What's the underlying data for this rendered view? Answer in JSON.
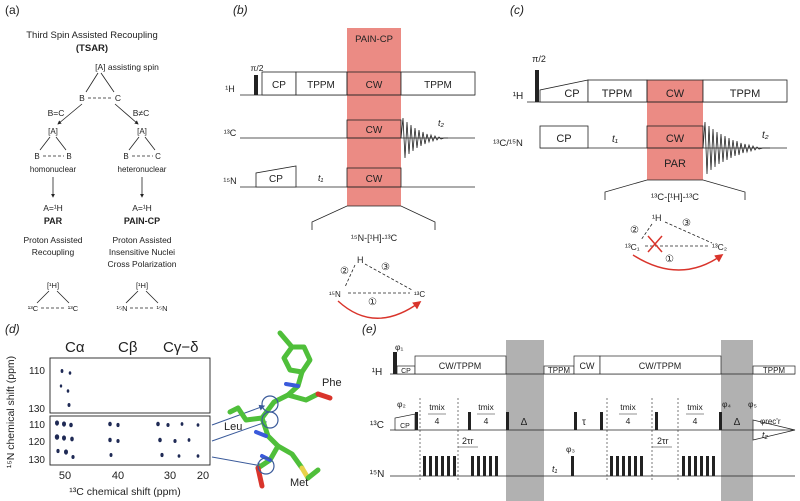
{
  "panels": {
    "a": {
      "label": "(a)",
      "title": "Third Spin Assisted Recoupling",
      "acronym": "(TSAR)",
      "top_node": "[A] assisting spin",
      "top_B": "B",
      "top_C": "C",
      "branch_left": "B=C",
      "branch_right": "B≠C",
      "mid_A": "[A]",
      "mid_B": "B",
      "mid_C": "B",
      "homonuclear": "homonuclear",
      "heteronuclear": "heteronuclear",
      "left_A": "A=¹H",
      "left_name": "PAR",
      "left_desc1": "Proton Assisted",
      "left_desc2": "Recoupling",
      "right_A": "A=¹H",
      "right_name": "PAIN-CP",
      "right_desc1": "Proton Assisted",
      "right_desc2": "Insensitive Nuclei",
      "right_desc3": "Cross Polarization",
      "tri_left_top": "[¹H]",
      "tri_left_l": "¹³C",
      "tri_left_r": "¹³C",
      "tri_right_top": "[¹H]",
      "tri_right_l": "¹⁵N",
      "tri_right_r": "¹⁵N"
    },
    "b": {
      "label": "(b)",
      "highlight": "PAIN-CP",
      "pulse": "π/2",
      "ch_h": "¹H",
      "ch_c": "¹³C",
      "ch_n": "¹⁵N",
      "cp": "CP",
      "tppm1": "TPPM",
      "cw1": "CW",
      "tppm2": "TPPM",
      "cw2": "CW",
      "cw3": "CW",
      "cp_n": "CP",
      "t1": "t₁",
      "t2": "t₂",
      "bracket_label": "¹⁵N-[¹H]-¹³C",
      "atom_h": "H",
      "atom_n": "¹⁵N",
      "atom_c": "¹³C",
      "n1": "①",
      "n2": "②",
      "n3": "③"
    },
    "c": {
      "label": "(c)",
      "pulse": "π/2",
      "ch_h": "¹H",
      "ch_cn": "¹³C/¹⁵N",
      "cp": "CP",
      "tppm1": "TPPM",
      "cw1": "CW",
      "tppm2": "TPPM",
      "cp2": "CP",
      "t1": "t₁",
      "cw2": "CW",
      "par": "PAR",
      "t2": "t₂",
      "bracket_label": "¹³C-[¹H]-¹³C",
      "atom_h": "¹H",
      "atom_c1": "¹³C₁",
      "atom_c2": "¹³C₂",
      "n1": "①",
      "n2": "②",
      "n3": "③"
    },
    "d": {
      "label": "(d)",
      "ca": "Cα",
      "cb": "Cβ",
      "cg": "Cγ−δ",
      "ylabel": "¹⁵N chemical shift (ppm)",
      "xlabel": "¹³C chemical shift (ppm)",
      "yticks_top": [
        "110",
        "130"
      ],
      "yticks_bottom": [
        "110",
        "120",
        "130"
      ],
      "xticks": [
        "50",
        "40",
        "30",
        "20"
      ],
      "phe": "Phe",
      "leu": "Leu",
      "met": "Met"
    },
    "e": {
      "label": "(e)",
      "ch_h": "¹H",
      "ch_c": "¹³C",
      "ch_n": "¹⁵N",
      "phi1": "φ₁",
      "phi2": "φ₂",
      "phi3": "φ₃",
      "phi4": "φ₄",
      "phi5": "φ₅",
      "phi_rec": "φrec'r",
      "cp_h": "CP",
      "cwtppm1": "CW/TPPM",
      "tppm1": "TPPM",
      "cw": "CW",
      "cwtppm2": "CW/TPPM",
      "tppm2": "TPPM",
      "cp_c": "CP",
      "tmix": "tmix",
      "four": "4",
      "delta": "Δ",
      "tau": "τ",
      "two_tr": "2τr",
      "t1": "t₁",
      "t2": "t₂"
    }
  }
}
